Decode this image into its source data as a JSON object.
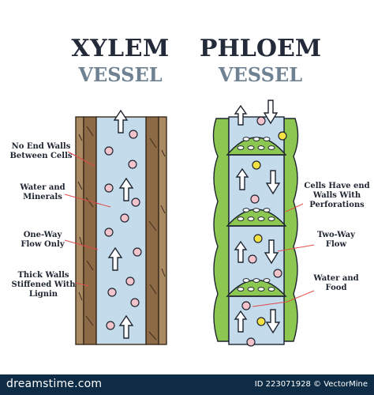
{
  "xylem": {
    "title": "XYLEM",
    "subtitle": "VESSEL"
  },
  "phloem": {
    "title": "PHLOEM",
    "subtitle": "VESSEL"
  },
  "labels_left": {
    "no_end_walls": "No End Walls Between Cells",
    "water_minerals": "Water and Minerals",
    "one_way": "One-Way Flow Only",
    "thick_walls": "Thick Walls Stiffened With Lignin"
  },
  "labels_right": {
    "cells_end_walls": "Cells Have end Walls With Perforations",
    "two_way": "Two-Way Flow",
    "water_food": "Water and Food"
  },
  "footer": {
    "left": "dreamstime.com",
    "right": "ID 223071928 © VectorMine"
  },
  "colors": {
    "vessel_fill": "#c3dbea",
    "wall_brown": "#8b6a45",
    "wall_brown_light": "#a98a63",
    "phloem_green": "#8cc751",
    "phloem_green_dark": "#6fa83b",
    "pointer_line": "#e04a4a",
    "particle_pink": "#f3c3cc",
    "particle_yellow": "#f4e243",
    "footer_bg": "#0e2c45"
  }
}
